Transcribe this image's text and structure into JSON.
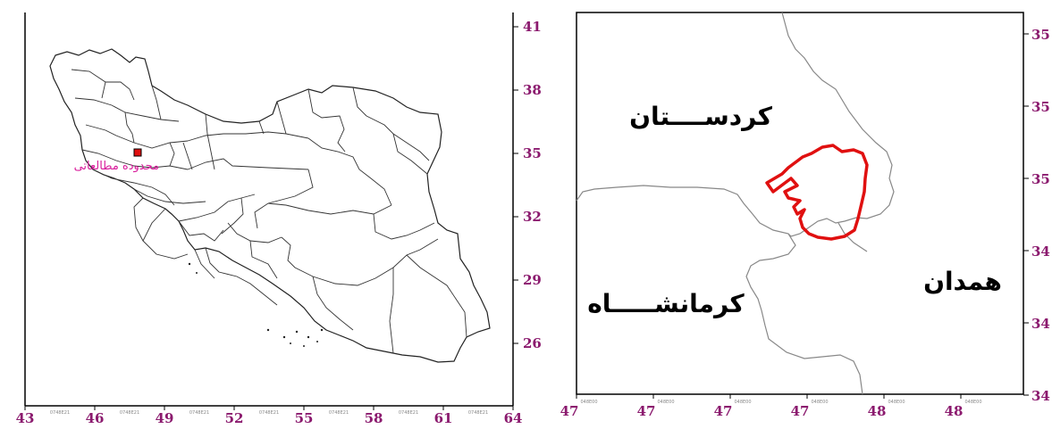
{
  "colors": {
    "tick_label": "#8b1a6e",
    "frame": "#000000",
    "study_area": "#e01010",
    "study_label": "#d81b9b",
    "border_gray": "#888888"
  },
  "left_map": {
    "x_ticks": [
      "43",
      "46",
      "49",
      "52",
      "55",
      "58",
      "61",
      "64"
    ],
    "y_ticks": [
      "41",
      "38",
      "35",
      "32",
      "29",
      "26"
    ],
    "study_label": "محدوده مطالعاتی",
    "small_tick_label": "0748E21"
  },
  "right_map": {
    "x_ticks": [
      "47",
      "47",
      "47",
      "47",
      "48",
      "48"
    ],
    "y_ticks": [
      "35",
      "35",
      "35",
      "34",
      "34",
      "34"
    ],
    "regions": {
      "kurdistan": "کردســــتان",
      "kermanshah": "کرمانشـــــاه",
      "hamadan": "همدان"
    },
    "small_tick_label": "048E00"
  }
}
